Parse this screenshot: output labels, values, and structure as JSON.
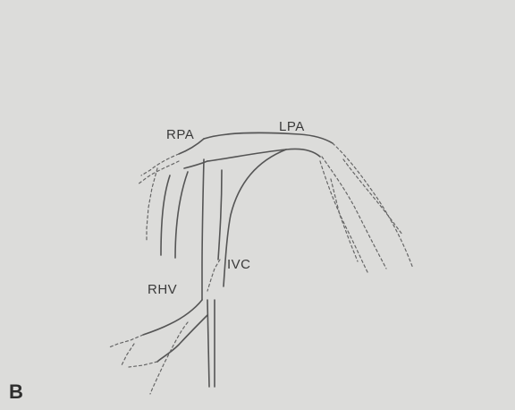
{
  "figure": {
    "panel_letter": "B",
    "labels": {
      "rpa": "RPA",
      "lpa": "LPA",
      "ivc": "IVC",
      "rhv": "RHV"
    }
  }
}
